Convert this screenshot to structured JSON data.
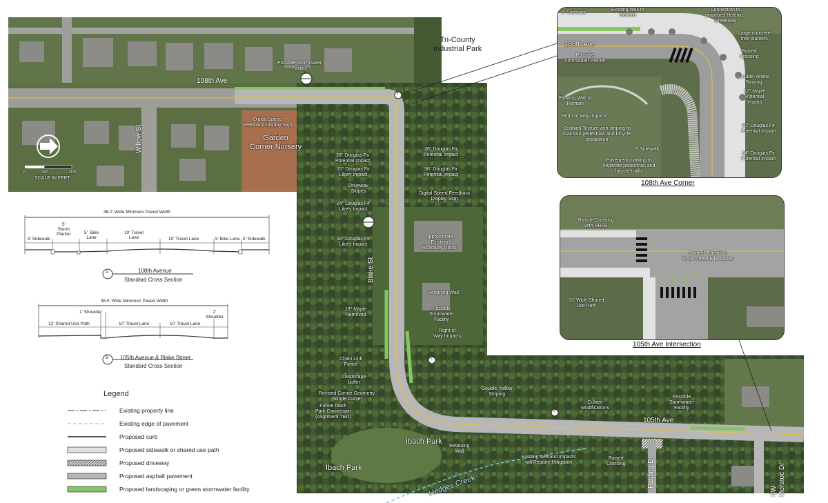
{
  "colors": {
    "aerial_green": "#4f6238",
    "aerial_dark": "#34452a",
    "roof": "#8a8a86",
    "pavement": "#9b9b9b",
    "proposed_asphalt": "#b7b7b7",
    "sidewalk": "#e2e2e2",
    "green_facility": "#86c664",
    "yellow_stripe": "#e7c43a",
    "wetland_line": "#6ec6d8"
  },
  "main_map": {
    "street_108th": "108th Ave",
    "willow": "Willow St",
    "blake": "Blake St",
    "tri_county": "Tri-County\nIndustrial Park",
    "garden_nursery": "Garden\nCorner Nursery",
    "ibach_park_1": "Ibach Park",
    "ibach_park_2": "Ibach Park",
    "hedges_creek": "Hedges Creek",
    "street_105th": "105th Ave",
    "paulina": "Paulina Dr",
    "sw_moratoc": "SW\nMoratoc Dr",
    "scale_text": "SCALE IN FEET",
    "scale_0": "0",
    "scale_50": "50",
    "scale_100": "100",
    "marker_a": "A",
    "marker_b": "B",
    "marker_1": "1",
    "marker_2": "2",
    "marker_3": "3",
    "annotations": {
      "possible_stormwater": "Possible Stormwater\nFacility",
      "digital_speed_1": "Digital Speed\nFeedback Display Sign",
      "fir_28": "28\" Douglas Fir\nPotential Impact",
      "fir_15": "15\" Douglas Fir\nLikely Impact",
      "driveway": "Driveway\nSlopes",
      "fir_24": "24\" Douglas Fir\nLikely Impact",
      "fir_18": "18\" Douglas Fir\nLikely Impact",
      "fir_36a": "36\" Douglas Fir\nPotential Impact",
      "fir_36b": "36\" Douglas Fir\nPotential Impact",
      "digital_speed_2": "Digital Speed Feedback\nDisplay Sign",
      "approx_limits": "Approximate\nExisting\nRoadway Limits",
      "retaining_wall_1": "Retaining Wall",
      "possible_storm_2": "Possible\nStormwater\nFacility",
      "row_impacts": "Right of\nWay Impacts",
      "maple_removed": "18\" Maple\nRemoved",
      "chain_link": "Chain Link\nFence",
      "landscape_buffer": "Landscape\nbuffer",
      "revised_corner": "Revised Corner Geometry\n(Single Curve)",
      "future_ibach": "Future Ibach\nPark Connection\n(Alignment TBD)",
      "double_yellow": "Double-Yellow\nStriping",
      "retaining_wall_2": "Retaining\nWall",
      "culvert": "Culvert\nModifications",
      "wetland": "Existing Wetland Impacts\nwill Require Mitigation",
      "raised_crossing": "Raised\nCrossing",
      "possible_storm_3": "Possible\nStormwater\nFacility"
    }
  },
  "corner_panel": {
    "title": "108th Ave Corner",
    "street": "108th Ave",
    "labels": {
      "sidewalk_5": "5' Sidewalk",
      "existing_wall_top": "Existing Wall to\nRemain",
      "connection": "Connection to\nproposed Helenius\nGreenway",
      "planters": "Large concrete\ntree planters",
      "raised_crossing": "Raised\nCrossing",
      "possible_planter": "Possible\nStormwater Planter",
      "double_yellow": "Double-Yellow\nStriping",
      "existing_wall": "Existing Wall to\nRemain",
      "maple_12": "12\" Maple\nPotential\nImpact",
      "row": "Right of  Way Impacts",
      "fir_30": "30\" Douglas Fir\nPotential Impact",
      "cobbled": "Cobbled Texture with striping to\nmaintain pedestrian and bicycle\nseparation",
      "sidewalk_5b": "5' Sidewalk",
      "fir_24": "24\" Douglas Fir\nPotential Impact",
      "pavement_marking": "Pavement marking to\nseparate pedestrian and\nbicycle traffic"
    }
  },
  "intersection_panel": {
    "title": "105th Ave Intersection",
    "labels": {
      "bike_crossing": "Bicycle Crossing\nwith RRFB",
      "painted_transition": "Painted Transition\nTo On-street Bike Lanes",
      "shared_path": "12' Wide Shared\nUse Path"
    }
  },
  "cross_section_a": {
    "total": "46.0' Wide Minimum Paved Width",
    "segments": [
      "5' Sidewalk",
      "5'\nStorm\nPlanter",
      "5'  Bike\nLane",
      "10' Travel\nLane",
      "10' Travel Lane",
      "5' Bike Lane",
      "5' Sidewalk"
    ],
    "marker": "A",
    "title": "108th Avenue",
    "subtitle": "Standard Cross Section"
  },
  "cross_section_b": {
    "total": "35.5' Wide Minimum Paved Width",
    "shoulder_1": "1' Shoulder",
    "shoulder_2": "2'\nShoulder",
    "segments": [
      "12' Shared Use Path",
      "10' Travel Lane",
      "10' Travel Lane"
    ],
    "marker": "B",
    "title": "105th Avenue & Blake Street",
    "subtitle": "Standard Cross Section"
  },
  "legend": {
    "title": "Legend",
    "items": [
      {
        "label": "Existing property line",
        "style": "dash-dot"
      },
      {
        "label": "Existing edge of pavement",
        "style": "cyan-dash"
      },
      {
        "label": "Proposed curb",
        "style": "solid"
      },
      {
        "label": "Proposed sidewalk or shared use path",
        "style": "light-box"
      },
      {
        "label": "Proposed driveway",
        "style": "hatch-box"
      },
      {
        "label": "Proposed asphalt pavement",
        "style": "gray-box"
      },
      {
        "label": "Proposed landscaping or green stormwater facility",
        "style": "green-box"
      }
    ]
  }
}
